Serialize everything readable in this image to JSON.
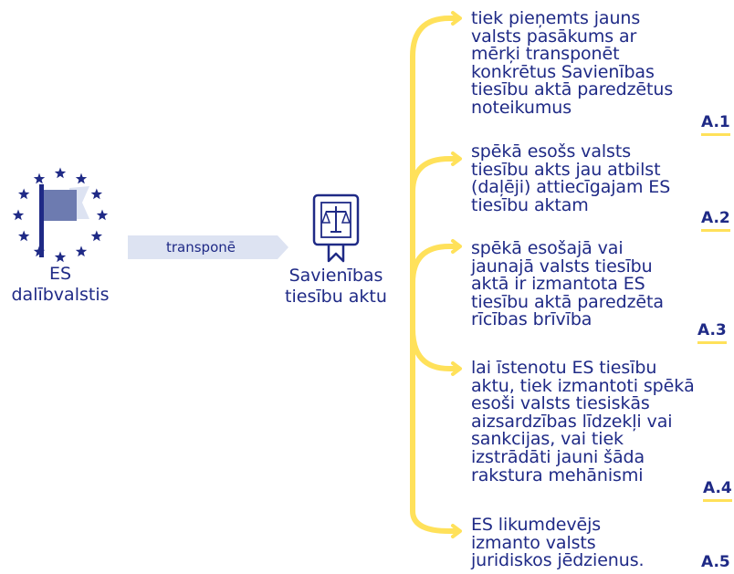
{
  "member_state": {
    "line1": "ES",
    "line2": "dalībvalstis"
  },
  "arrow_label": "transponē",
  "eu_act": {
    "line1": "Savienības",
    "line2": "tiesību aktu"
  },
  "items": [
    {
      "lines": [
        "tiek pieņemts jauns",
        "valsts pasākums ar",
        "mērķi transponēt",
        "konkrētus Savienības",
        "tiesību aktā paredzētus",
        "noteikumus"
      ],
      "code": "A.1"
    },
    {
      "lines": [
        "spēkā esošs valsts",
        "tiesību akts jau atbilst",
        "(daļēji) attiecīgajam ES",
        "tiesību aktam"
      ],
      "code": "A.2"
    },
    {
      "lines": [
        "spēkā esošajā vai",
        "jaunajā valsts tiesību",
        "aktā ir izmantota ES",
        "tiesību aktā paredzēta",
        "rīcības brīvība"
      ],
      "code": "A.3"
    },
    {
      "lines": [
        "lai īstenotu ES tiesību",
        "aktu, tiek izmantoti spēkā",
        "esoši valsts tiesiskās",
        "aizsardzības līdzekļi vai",
        "sankcijas, vai tiek",
        "izstrādāti jauni šāda",
        "rakstura mehānismi"
      ],
      "code": "A.4"
    },
    {
      "lines": [
        "ES likumdevējs",
        "izmanto valsts",
        "juridiskos jēdzienus."
      ],
      "code": "A.5"
    }
  ],
  "colors": {
    "text": "#1f2a86",
    "bracket": "#ffe15a",
    "flag": "#6d7bb0",
    "flag_light": "#dde3f2",
    "arrow": "#dde3f2"
  }
}
